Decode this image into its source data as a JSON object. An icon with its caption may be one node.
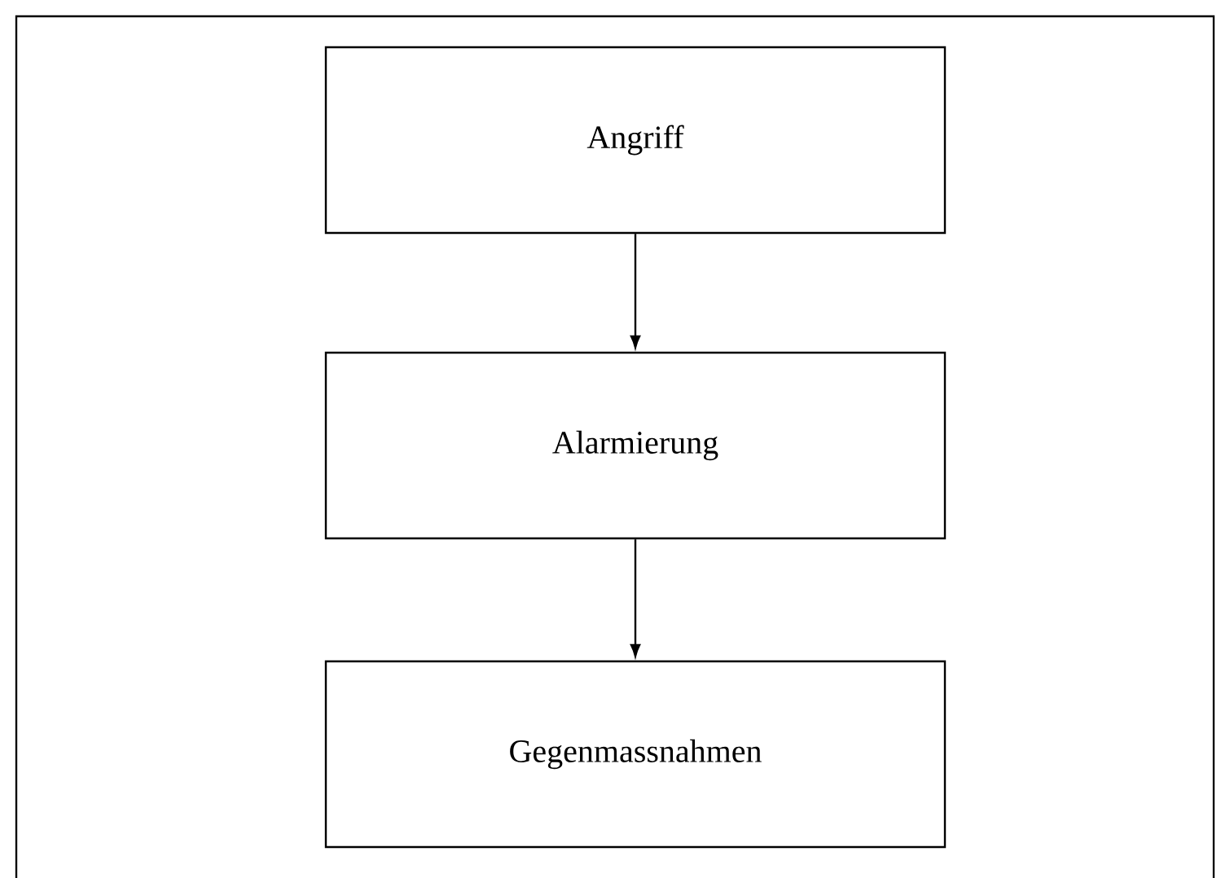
{
  "diagram": {
    "nodes": [
      {
        "text": [
          "Angriff"
        ]
      },
      {
        "text": [
          "Alarmierung"
        ]
      },
      {
        "text": [
          "Gegenmassnahmen"
        ]
      }
    ],
    "edges": [
      {
        "from": 0,
        "to": 1,
        "arrow": "to"
      },
      {
        "from": 1,
        "to": 2,
        "arrow": "to"
      }
    ]
  }
}
